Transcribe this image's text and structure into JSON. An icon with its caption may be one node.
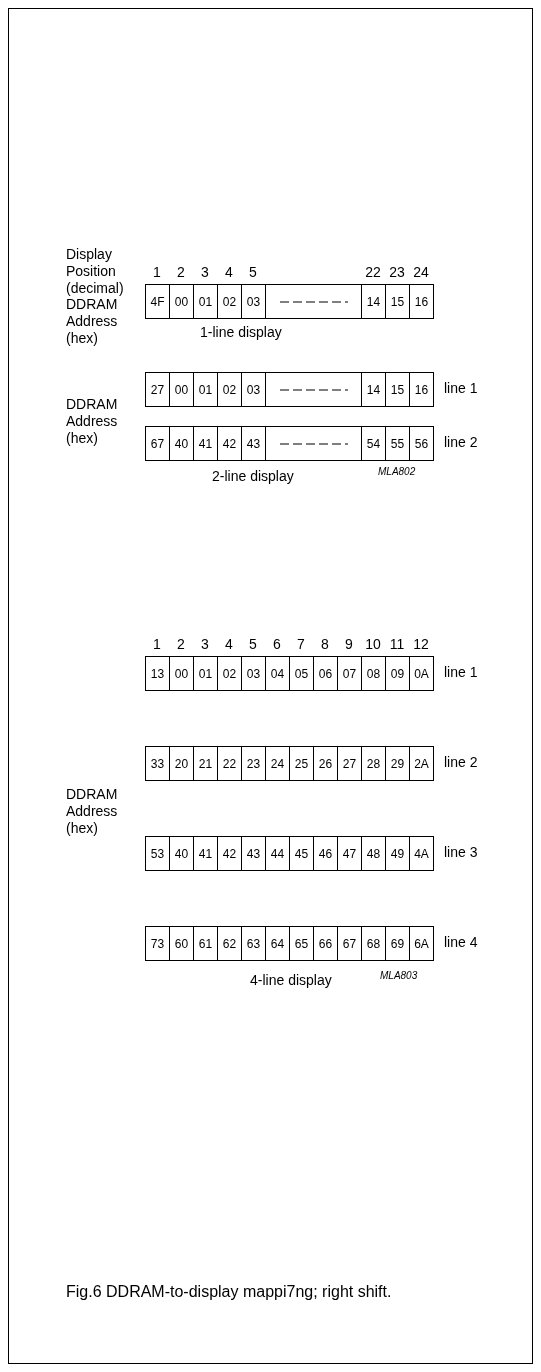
{
  "diagram": {
    "caption": "Fig.6 DDRAM-to-display mappi7ng; right shift.",
    "nodes": [
      {
        "text": [
          "4F"
        ]
      },
      {
        "text": [
          "00"
        ]
      },
      {
        "text": [
          "01"
        ]
      },
      {
        "text": [
          "02"
        ]
      },
      {
        "text": [
          "03"
        ]
      },
      {
        "text": [],
        "shape": "box"
      },
      {
        "text": [
          "14"
        ]
      },
      {
        "text": [
          "15"
        ]
      },
      {
        "text": [
          "16"
        ]
      },
      {
        "text": [
          "27"
        ]
      },
      {
        "text": [
          "00"
        ]
      },
      {
        "text": [
          "01"
        ]
      },
      {
        "text": [
          "02"
        ]
      },
      {
        "text": [
          "03"
        ]
      },
      {
        "text": [],
        "shape": "box"
      },
      {
        "text": [
          "14"
        ]
      },
      {
        "text": [
          "15"
        ]
      },
      {
        "text": [
          "16"
        ]
      },
      {
        "text": [
          "67"
        ]
      },
      {
        "text": [
          "40"
        ]
      },
      {
        "text": [
          "41"
        ]
      },
      {
        "text": [
          "42"
        ]
      },
      {
        "text": [
          "43"
        ]
      },
      {
        "text": [],
        "shape": "box"
      },
      {
        "text": [
          "54"
        ]
      },
      {
        "text": [
          "55"
        ]
      },
      {
        "text": [
          "56"
        ]
      },
      {
        "text": [
          "13"
        ]
      },
      {
        "text": [
          "00"
        ]
      },
      {
        "text": [
          "01"
        ]
      },
      {
        "text": [
          "02"
        ]
      },
      {
        "text": [
          "03"
        ]
      },
      {
        "text": [
          "04"
        ]
      },
      {
        "text": [
          "05"
        ]
      },
      {
        "text": [
          "06"
        ]
      },
      {
        "text": [
          "07"
        ]
      },
      {
        "text": [
          "08"
        ]
      },
      {
        "text": [
          "09"
        ]
      },
      {
        "text": [
          "0A"
        ]
      },
      {
        "text": [
          "33"
        ]
      },
      {
        "text": [
          "20"
        ]
      },
      {
        "text": [
          "21"
        ]
      },
      {
        "text": [
          "22"
        ]
      },
      {
        "text": [
          "23"
        ]
      },
      {
        "text": [
          "24"
        ]
      },
      {
        "text": [
          "25"
        ]
      },
      {
        "text": [
          "26"
        ]
      },
      {
        "text": [
          "27"
        ]
      },
      {
        "text": [
          "28"
        ]
      },
      {
        "text": [
          "29"
        ]
      },
      {
        "text": [
          "2A"
        ]
      },
      {
        "text": [
          "53"
        ]
      },
      {
        "text": [
          "40"
        ]
      },
      {
        "text": [
          "41"
        ]
      },
      {
        "text": [
          "42"
        ]
      },
      {
        "text": [
          "43"
        ]
      },
      {
        "text": [
          "44"
        ]
      },
      {
        "text": [
          "45"
        ]
      },
      {
        "text": [
          "46"
        ]
      },
      {
        "text": [
          "47"
        ]
      },
      {
        "text": [
          "48"
        ]
      },
      {
        "text": [
          "49"
        ]
      },
      {
        "text": [
          "4A"
        ]
      },
      {
        "text": [
          "73"
        ]
      },
      {
        "text": [
          "60"
        ]
      },
      {
        "text": [
          "61"
        ]
      },
      {
        "text": [
          "62"
        ]
      },
      {
        "text": [
          "63"
        ]
      },
      {
        "text": [
          "64"
        ]
      },
      {
        "text": [
          "65"
        ]
      },
      {
        "text": [
          "66"
        ]
      },
      {
        "text": [
          "67"
        ]
      },
      {
        "text": [
          "68"
        ]
      },
      {
        "text": [
          "69"
        ]
      },
      {
        "text": [
          "6A"
        ]
      }
    ],
    "labels": [
      "Display Position (decimal)",
      "1",
      "2",
      "3",
      "4",
      "5",
      "22",
      "23",
      "24",
      "DDRAM Address (hex)",
      "1-line display",
      "line 1",
      "DDRAM Address (hex)",
      "line 2",
      "2-line display",
      "MLA802",
      "1",
      "2",
      "3",
      "4",
      "5",
      "6",
      "7",
      "8",
      "9",
      "10",
      "11",
      "12",
      "line 1",
      "line 2",
      "DDRAM Address (hex)",
      "line 3",
      "line 4",
      "4-line display",
      "MLA803"
    ]
  }
}
